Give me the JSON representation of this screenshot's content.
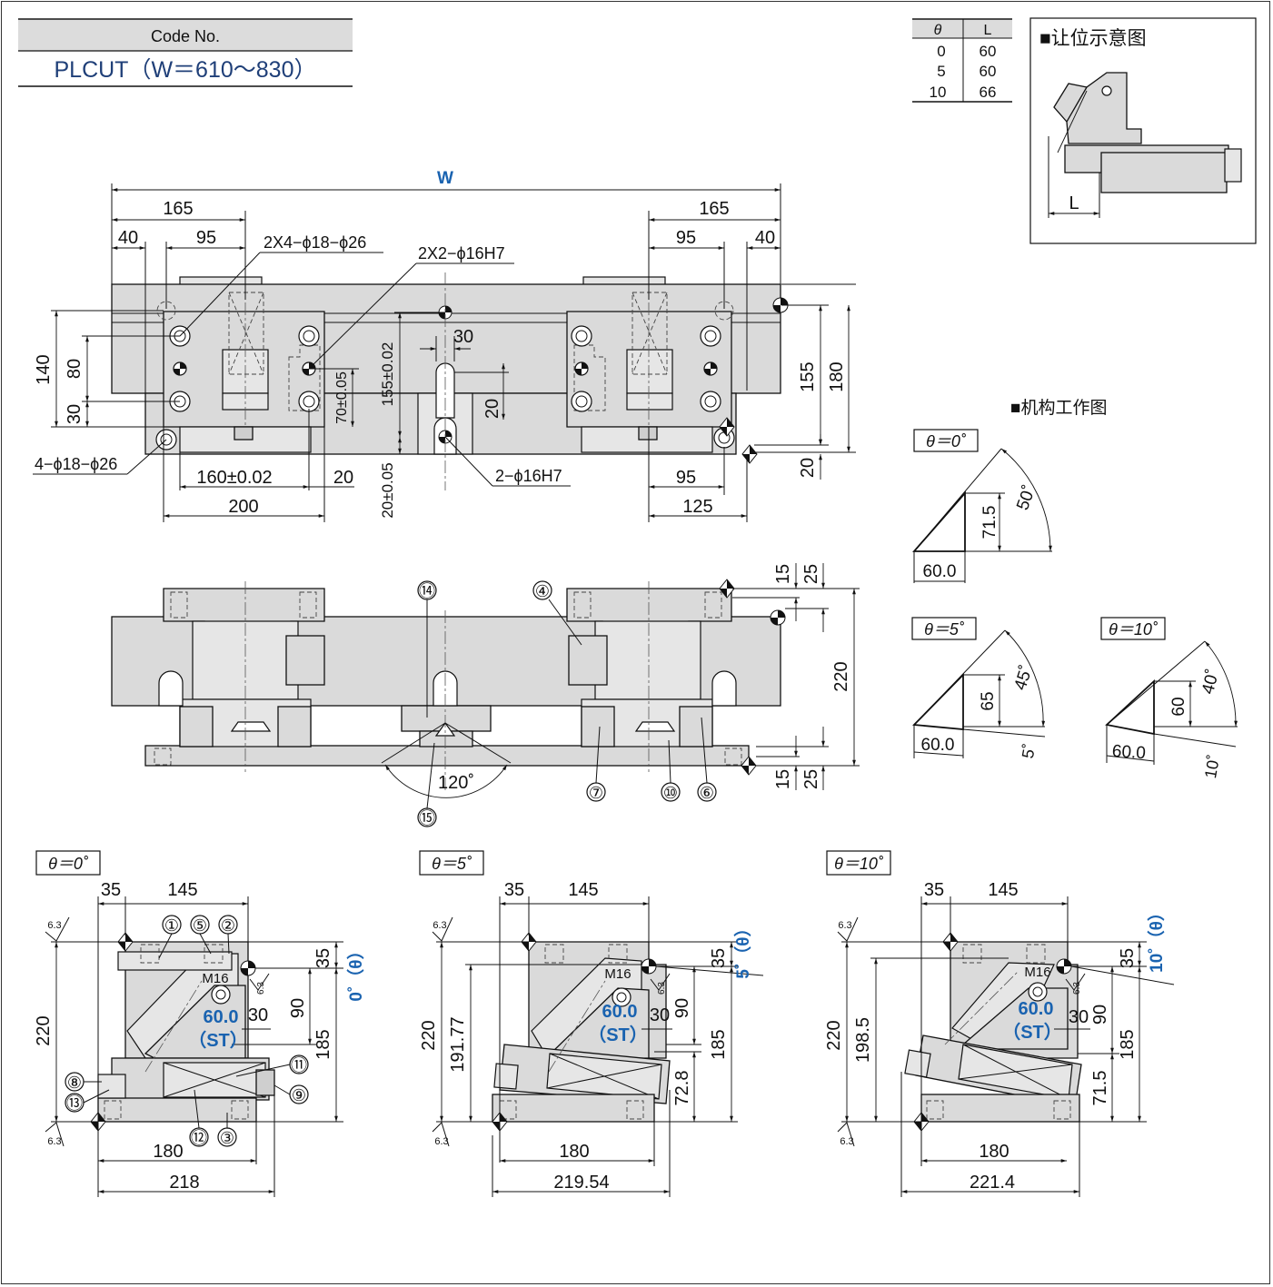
{
  "code_table": {
    "header": "Code No.",
    "value": "PLCUT（W＝610～830）"
  },
  "theta_table": {
    "headers": [
      "θ",
      "L"
    ],
    "rows": [
      [
        "0",
        "60"
      ],
      [
        "5",
        "60"
      ],
      [
        "10",
        "66"
      ]
    ]
  },
  "clearance_title": "■让位示意图",
  "clearance_label": "L",
  "mechanism_title": "■机构工作图",
  "mechanism": [
    {
      "label": "θ＝0˚",
      "base": "60.0",
      "height": "71.5",
      "angle": "50˚"
    },
    {
      "label": "θ＝5˚",
      "base": "60.0",
      "height": "65",
      "angle": "45˚",
      "tilt": "5˚"
    },
    {
      "label": "θ＝10˚",
      "base": "60.0",
      "height": "60",
      "angle": "40˚",
      "tilt": "10˚"
    }
  ],
  "top_view": {
    "W": "W",
    "d165_left": "165",
    "d165_right": "165",
    "d40_left": "40",
    "d40_right": "40",
    "d95_left": "95",
    "d95_right": "95",
    "holes1": "2X4−ϕ18−ϕ26",
    "holes2": "2X2−ϕ16H7",
    "holes3": "4−ϕ18−ϕ26",
    "holes4": "2−ϕ16H7",
    "d140": "140",
    "d80": "80",
    "d30": "30",
    "d155tol": "155±0.02",
    "d70tol": "70±0.05",
    "d30c": "30",
    "d20c": "20",
    "d155": "155",
    "d180": "180",
    "d20r": "20",
    "d160tol": "160±0.02",
    "d20b": "20",
    "d200": "200",
    "d20tol": "20±0.05",
    "d95b": "95",
    "d125": "125"
  },
  "front_view": {
    "d15a": "15",
    "d25a": "25",
    "d220": "220",
    "d15b": "15",
    "d25b": "25",
    "angle120": "120˚",
    "balloons": [
      "⑭",
      "④",
      "⑦",
      "⑩",
      "⑥",
      "⑮"
    ]
  },
  "side_views": [
    {
      "label": "θ＝0˚",
      "d35": "35",
      "d145": "145",
      "d220": "220",
      "d35r": "35",
      "d90": "90",
      "d185": "185",
      "d30": "30",
      "stroke": "60.0",
      "st": "（ST）",
      "m16": "M16",
      "angle": "0˚（θ）",
      "d180": "180",
      "d218": "218",
      "rough": "6.3",
      "balloons": [
        "①",
        "⑤",
        "②",
        "⑪",
        "⑨",
        "⑧",
        "⑬",
        "⑫",
        "③"
      ]
    },
    {
      "label": "θ＝5˚",
      "d35": "35",
      "d145": "145",
      "d220": "220",
      "d19177": "191.77",
      "d35r": "35",
      "d90": "90",
      "d185": "185",
      "d728": "72.8",
      "d30": "30",
      "stroke": "60.0",
      "st": "（ST）",
      "m16": "M16",
      "angle": "5˚（θ）",
      "d180": "180",
      "d21954": "219.54",
      "rough": "6.3"
    },
    {
      "label": "θ＝10˚",
      "d35": "35",
      "d145": "145",
      "d220": "220",
      "d1985": "198.5",
      "d35r": "35",
      "d90": "90",
      "d185": "185",
      "d715": "71.5",
      "d30": "30",
      "stroke": "60.0",
      "st": "（ST）",
      "m16": "M16",
      "angle": "10˚（θ）",
      "d180": "180",
      "d2214": "221.4",
      "rough": "6.3"
    }
  ]
}
